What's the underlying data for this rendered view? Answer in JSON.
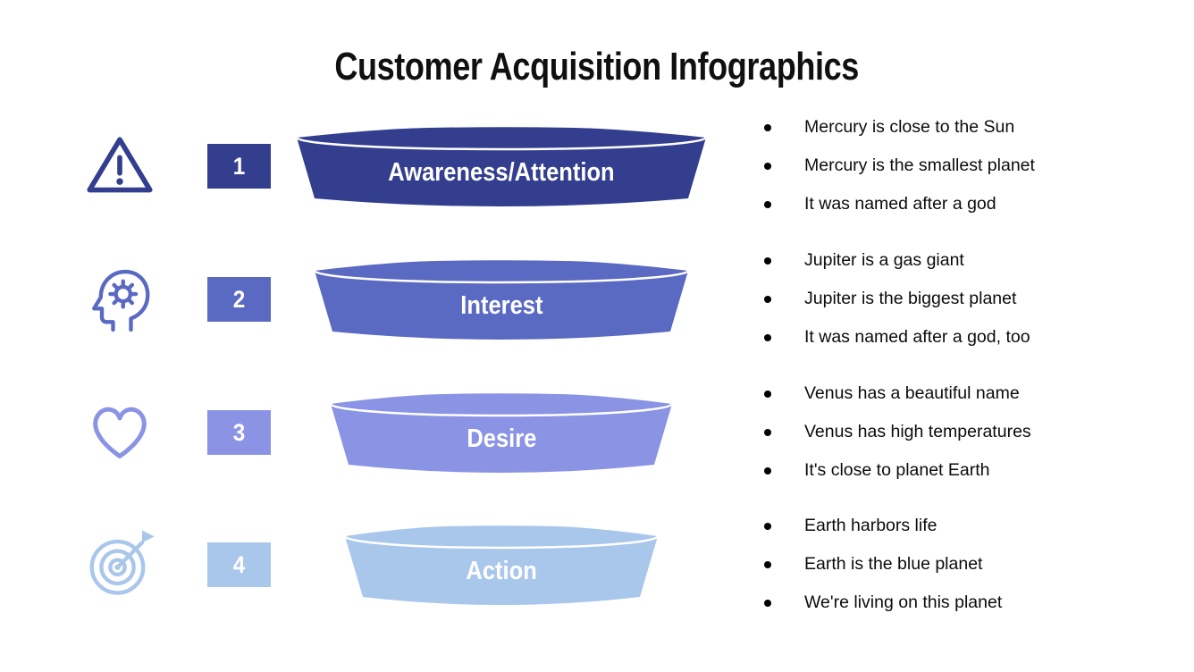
{
  "title": "Customer Acquisition Infographics",
  "steps": [
    {
      "number": "1",
      "label": "Awareness/Attention",
      "icon": "warning-icon",
      "color": "#333e8f",
      "bullets": [
        "Mercury is close to the Sun",
        "Mercury is the smallest planet",
        "It was named after a god"
      ]
    },
    {
      "number": "2",
      "label": "Interest",
      "icon": "head-gear-icon",
      "color": "#5a69c2",
      "bullets": [
        "Jupiter is a gas giant",
        "Jupiter is the biggest planet",
        "It was named after a god, too"
      ]
    },
    {
      "number": "3",
      "label": "Desire",
      "icon": "heart-icon",
      "color": "#8b93e5",
      "bullets": [
        "Venus has a beautiful name",
        "Venus has high temperatures",
        "It's close to planet Earth"
      ]
    },
    {
      "number": "4",
      "label": "Action",
      "icon": "target-icon",
      "color": "#a9c6eb",
      "bullets": [
        "Earth harbors life",
        "Earth is the blue planet",
        "We're living on this planet"
      ]
    }
  ]
}
